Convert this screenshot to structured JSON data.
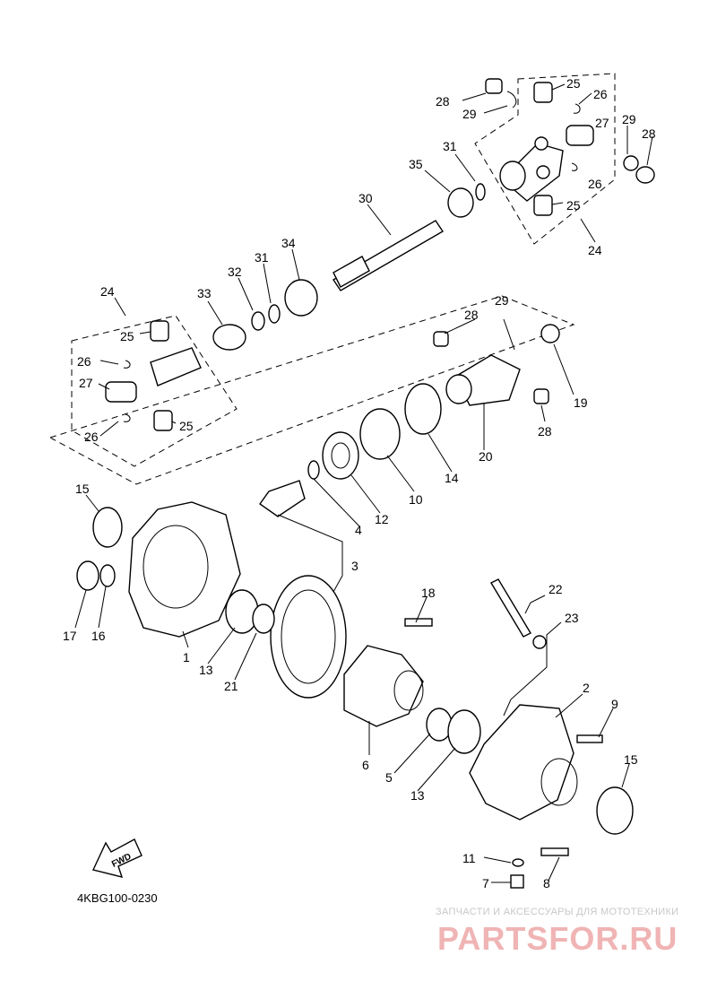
{
  "diagram": {
    "labels": {
      "l1": "1",
      "l2": "2",
      "l3": "3",
      "l4": "4",
      "l5": "5",
      "l6": "6",
      "l7": "7",
      "l8": "8",
      "l9": "9",
      "l10": "10",
      "l11": "11",
      "l12": "12",
      "l13a": "13",
      "l13b": "13",
      "l14": "14",
      "l15a": "15",
      "l15b": "15",
      "l16": "16",
      "l17": "17",
      "l18": "18",
      "l19": "19",
      "l20": "20",
      "l21": "21",
      "l22": "22",
      "l23": "23",
      "l24a": "24",
      "l24b": "24",
      "l25a": "25",
      "l25b": "25",
      "l25c": "25",
      "l25d": "25",
      "l26a": "26",
      "l26b": "26",
      "l26c": "26",
      "l26d": "26",
      "l27a": "27",
      "l27b": "27",
      "l28a": "28",
      "l28b": "28",
      "l28c": "28",
      "l28d": "28",
      "l29a": "29",
      "l29b": "29",
      "l29c": "29",
      "l30": "30",
      "l31a": "31",
      "l31b": "31",
      "l32": "32",
      "l33": "33",
      "l34": "34",
      "l35": "35"
    },
    "fwd_label": "FWD",
    "drawing_code": "4KBG100-0230"
  },
  "watermark": {
    "tagline": "ЗАПЧАСТИ И АКСЕССУАРЫ ДЛЯ МОТОТЕХНИКИ",
    "brand": "PARTSFOR.RU"
  }
}
